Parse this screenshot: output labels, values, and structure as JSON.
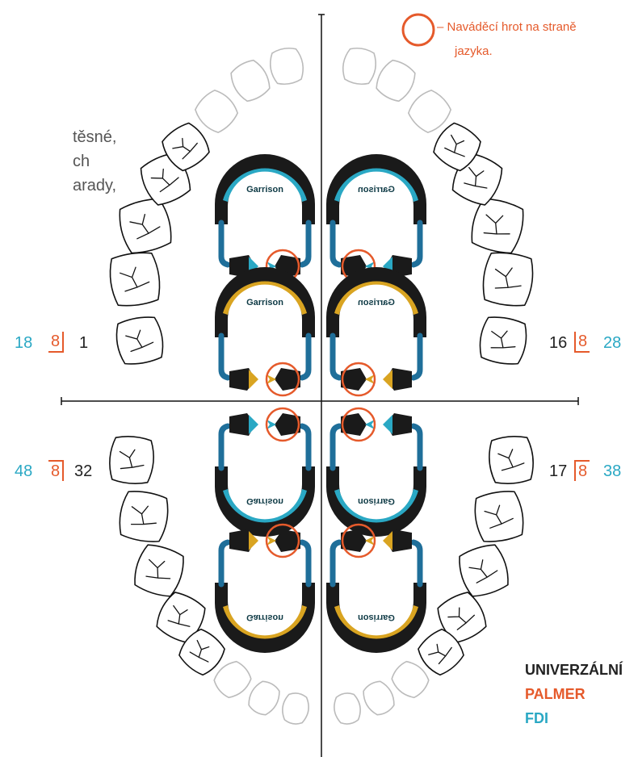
{
  "intro": {
    "line1": "těsné,",
    "line2": "ch",
    "line3": "arady,"
  },
  "legend": {
    "note_line1": "– Naváděcí hrot na straně",
    "note_line2": "jazyka."
  },
  "quadrants": {
    "upper_left": {
      "fdi": "18",
      "palmer": "8",
      "universal": "1"
    },
    "upper_right": {
      "universal": "16",
      "palmer": "8",
      "fdi": "28"
    },
    "lower_left": {
      "fdi": "48",
      "palmer": "8",
      "universal": "32"
    },
    "lower_right": {
      "universal": "17",
      "palmer": "8",
      "fdi": "38"
    }
  },
  "rings": {
    "brand": "Garrison",
    "rows": [
      "blue",
      "gold",
      "blue",
      "gold"
    ]
  },
  "key": {
    "universal": "UNIVERZÁLNÍ",
    "palmer": "PALMER",
    "fdi": "FDI"
  },
  "colors": {
    "orange": "#e55a2b",
    "blue": "#2aa8c4",
    "gold": "#d9a421",
    "black": "#1a1a1a",
    "gray_tooth": "#bbbbbb"
  }
}
